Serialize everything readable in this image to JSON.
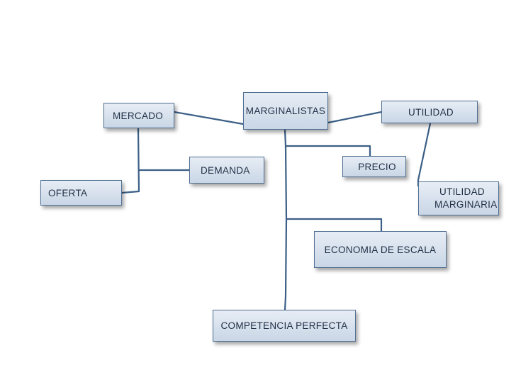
{
  "diagram": {
    "nodes": {
      "marginalistas": "MARGINALISTAS",
      "mercado": "MERCADO",
      "utilidad": "UTILIDAD",
      "demanda": "DEMANDA",
      "precio": "PRECIO",
      "oferta": "OFERTA",
      "utilidad_marginaria": "UTILIDAD MARGINARIA",
      "economia_de_escala": "ECONOMIA DE ESCALA",
      "competencia_perfecta": "COMPETENCIA PERFECTA"
    },
    "colors": {
      "box_fill_top": "#e7edf5",
      "box_fill_bottom": "#c9d6e6",
      "box_border": "#4f6f93",
      "connector": "#3b5f86",
      "text": "#1f2f45"
    }
  }
}
